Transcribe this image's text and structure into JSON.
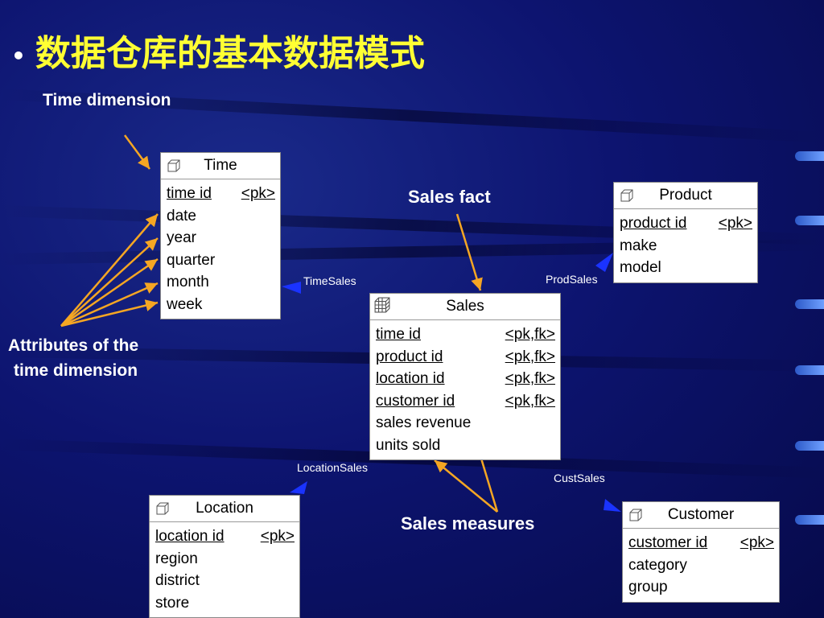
{
  "title": "数据仓库的基本数据模式",
  "bullet": "•",
  "labels": {
    "time_dimension": "Time dimension",
    "sales_fact": "Sales fact",
    "attributes_line1": "Attributes of the",
    "attributes_line2": "time dimension",
    "sales_measures": "Sales measures"
  },
  "relations": {
    "time_sales": "TimeSales",
    "prod_sales": "ProdSales",
    "location_sales": "LocationSales",
    "cust_sales": "CustSales"
  },
  "entities": {
    "time": {
      "name": "Time",
      "rows": [
        {
          "field": "time id",
          "key": "<pk>"
        },
        {
          "field": "date",
          "key": ""
        },
        {
          "field": "year",
          "key": ""
        },
        {
          "field": "quarter",
          "key": ""
        },
        {
          "field": "month",
          "key": ""
        },
        {
          "field": "week",
          "key": ""
        }
      ]
    },
    "product": {
      "name": "Product",
      "rows": [
        {
          "field": "product id",
          "key": "<pk>"
        },
        {
          "field": "make",
          "key": ""
        },
        {
          "field": "model",
          "key": ""
        }
      ]
    },
    "sales": {
      "name": "Sales",
      "rows": [
        {
          "field": "time id",
          "key": "<pk,fk>"
        },
        {
          "field": "product id",
          "key": "<pk,fk>"
        },
        {
          "field": "location id",
          "key": "<pk,fk>"
        },
        {
          "field": "customer id",
          "key": "<pk,fk>"
        },
        {
          "field": "sales revenue",
          "key": ""
        },
        {
          "field": "units sold",
          "key": ""
        }
      ]
    },
    "location": {
      "name": "Location",
      "rows": [
        {
          "field": "location id",
          "key": "<pk>"
        },
        {
          "field": "region",
          "key": ""
        },
        {
          "field": "district",
          "key": ""
        },
        {
          "field": "store",
          "key": ""
        }
      ]
    },
    "customer": {
      "name": "Customer",
      "rows": [
        {
          "field": "customer id",
          "key": "<pk>"
        },
        {
          "field": "category",
          "key": ""
        },
        {
          "field": "group",
          "key": ""
        }
      ]
    }
  },
  "colors": {
    "title": "#ffff33",
    "annotation_arrow": "#f5a623",
    "relation_arrow": "#1a33ff",
    "background": "#0d1470"
  }
}
